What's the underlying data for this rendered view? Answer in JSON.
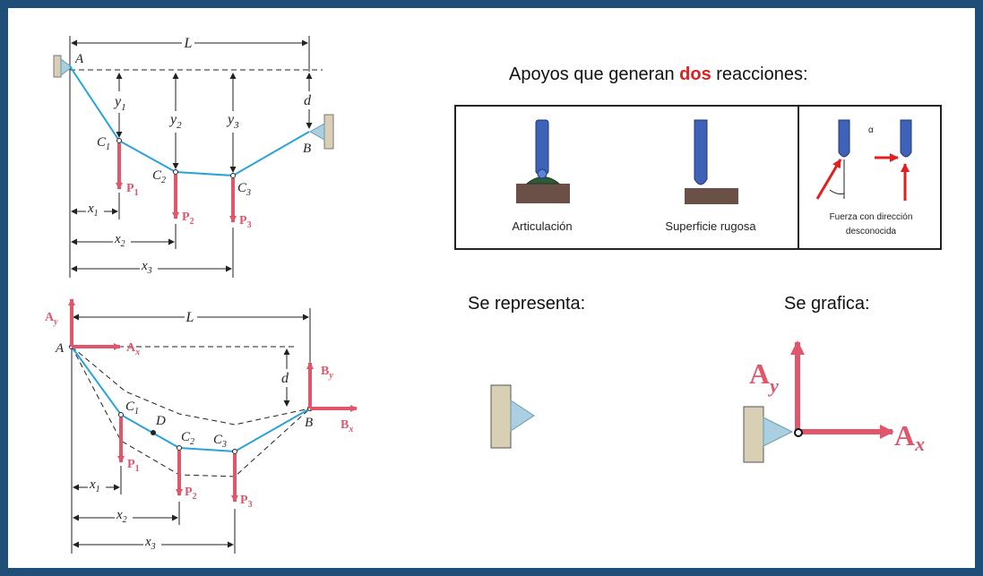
{
  "header": {
    "title_prefix": "Apoyos que generan ",
    "title_highlight": "dos",
    "title_suffix": " reacciones:"
  },
  "colors": {
    "frame": "#1f4e79",
    "cable": "#29a3d8",
    "force": "#e0566b",
    "highlight": "#e02020",
    "support_triangle": "#a9cfe0",
    "wall": "#d8cfb4"
  },
  "top_diagram": {
    "span_label": "L",
    "sag_label": "d",
    "point_A": "A",
    "point_B": "B",
    "nodes": [
      {
        "label": "C",
        "sub": "1"
      },
      {
        "label": "C",
        "sub": "2"
      },
      {
        "label": "C",
        "sub": "3"
      }
    ],
    "forces": [
      {
        "label": "P",
        "sub": "1"
      },
      {
        "label": "P",
        "sub": "2"
      },
      {
        "label": "P",
        "sub": "3"
      }
    ],
    "heights": [
      {
        "label": "y",
        "sub": "1"
      },
      {
        "label": "y",
        "sub": "2"
      },
      {
        "label": "y",
        "sub": "3"
      }
    ],
    "distances": [
      {
        "label": "x",
        "sub": "1"
      },
      {
        "label": "x",
        "sub": "2"
      },
      {
        "label": "x",
        "sub": "3"
      }
    ]
  },
  "bottom_diagram": {
    "span_label": "L",
    "sag_label": "d",
    "point_A": "A",
    "point_B": "B",
    "point_D": "D",
    "reaction_Ay": {
      "label": "A",
      "sub": "y"
    },
    "reaction_Ax": {
      "label": "A",
      "sub": "x"
    },
    "reaction_By": {
      "label": "B",
      "sub": "y"
    },
    "reaction_Bx": {
      "label": "B",
      "sub": "x"
    },
    "nodes": [
      {
        "label": "C",
        "sub": "1"
      },
      {
        "label": "C",
        "sub": "2"
      },
      {
        "label": "C",
        "sub": "3"
      }
    ],
    "forces": [
      {
        "label": "P",
        "sub": "1"
      },
      {
        "label": "P",
        "sub": "2"
      },
      {
        "label": "P",
        "sub": "3"
      }
    ],
    "distances": [
      {
        "label": "x",
        "sub": "1"
      },
      {
        "label": "x",
        "sub": "2"
      },
      {
        "label": "x",
        "sub": "3"
      }
    ]
  },
  "support_types": {
    "articulacion": "Articulación",
    "superficie_rugosa": "Superficie rugosa",
    "fuerza_line1": "Fuerza con dirección",
    "fuerza_line2": "desconocida",
    "alpha": "α"
  },
  "se_representa": "Se representa:",
  "se_grafica": "Se grafica:",
  "graph_reactions": {
    "Ay": {
      "label": "A",
      "sub": "y"
    },
    "Ax": {
      "label": "A",
      "sub": "x"
    }
  }
}
